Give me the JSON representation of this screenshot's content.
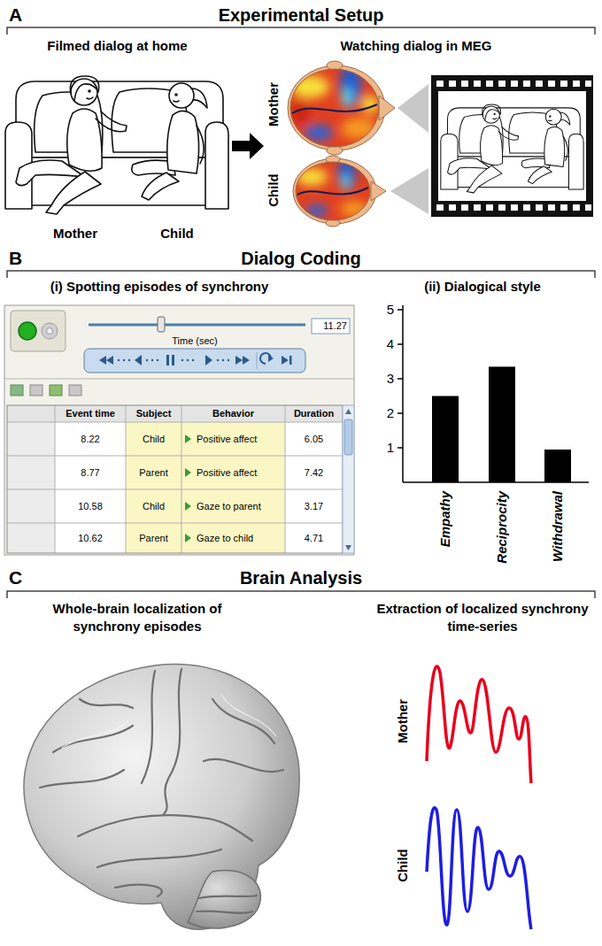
{
  "diagram": {
    "nodes": [
      {
        "text": [
          "A",
          "Experimental Setup"
        ]
      },
      {
        "text": [
          "Filmed dialog at home",
          "Mother",
          "Child"
        ],
        "in": 0
      },
      {
        "text": [
          "Watching dialog in MEG",
          "Mother",
          "Child"
        ],
        "in": 0
      },
      {
        "text": [
          "B",
          "Dialog Coding"
        ]
      },
      {
        "text": [
          "(i) Spotting episodes of synchrony"
        ],
        "in": 3
      },
      {
        "text": [
          "(ii) Dialogical style"
        ],
        "in": 3
      },
      {
        "text": [
          "C",
          "Brain Analysis"
        ]
      },
      {
        "text": [
          "Whole-brain localization of synchrony episodes"
        ],
        "in": 6
      },
      {
        "text": [
          "Extraction of localized synchrony time-series",
          "Mother",
          "Child"
        ],
        "in": 6
      }
    ],
    "edges": [
      {
        "from": 1,
        "to": 2,
        "arrow": "to"
      }
    ],
    "labels": [
      "11.27",
      "Time (sec)",
      "Event time",
      "Subject",
      "Behavior",
      "Duration",
      "8.22",
      "Child",
      "Positive affect",
      "6.05",
      "8.77",
      "Parent",
      "Positive affect",
      "7.42",
      "10.58",
      "Child",
      "Gaze to parent",
      "3.17",
      "10.62",
      "Parent",
      "Gaze to child",
      "4.71",
      "5",
      "4",
      "3",
      "2",
      "1",
      "Empathy",
      "Reciprocity",
      "Withdrawal"
    ]
  }
}
